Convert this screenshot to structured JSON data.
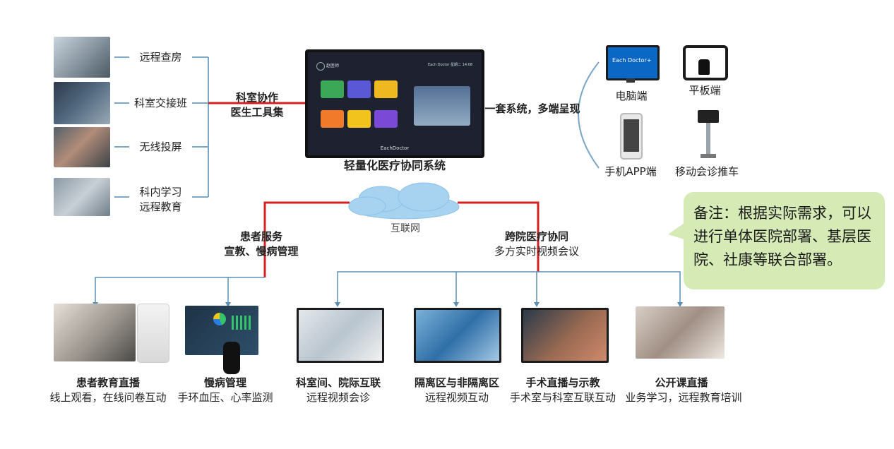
{
  "left_items": [
    {
      "label": "远程查房"
    },
    {
      "label": "科室交接班"
    },
    {
      "label": "无线投屏"
    },
    {
      "label": "科内学习\n远程教育"
    }
  ],
  "dept_collab": {
    "line1": "科室协作",
    "line2": "医生工具集"
  },
  "center": {
    "title": "轻量化医疗协同系统",
    "brand": "EachDoctor",
    "screen_user": "赵医师",
    "screen_header": "Each Doctor 星期二 14:08"
  },
  "multi_device": "一套系统，多端呈现",
  "devices": {
    "pc": "电脑端",
    "pc_screen_text": "Each Doctor+",
    "tablet": "平板端",
    "phone": "手机APP端",
    "cart": "移动会诊推车"
  },
  "network": {
    "label": "互联网"
  },
  "patient_service": {
    "line1": "患者服务",
    "line2": "宣教、慢病管理"
  },
  "cross_hospital": {
    "line1": "跨院医疗协同",
    "line2": "多方实时视频会议"
  },
  "note": {
    "text": "备注：根据实际需求，可以进行单体医院部署、基层医院、社康等联合部署。"
  },
  "bottom_items": [
    {
      "title": "患者教育直播",
      "subtitle": "线上观看，在线问卷互动"
    },
    {
      "title": "慢病管理",
      "subtitle": "手环血压、心率监测"
    },
    {
      "title": "科室间、院际互联",
      "subtitle": "远程视频会诊"
    },
    {
      "title": "隔离区与非隔离区",
      "subtitle": "远程视频互动"
    },
    {
      "title": "手术直播与示教",
      "subtitle": "手术室与科室互联互动"
    },
    {
      "title": "公开课直播",
      "subtitle": "业务学习，远程教育培训"
    }
  ],
  "colors": {
    "accent_red": "#d62020",
    "branch_blue": "#5b8fb5",
    "bracket_blue": "#7aa7c7",
    "note_green": "#d6eab6"
  }
}
